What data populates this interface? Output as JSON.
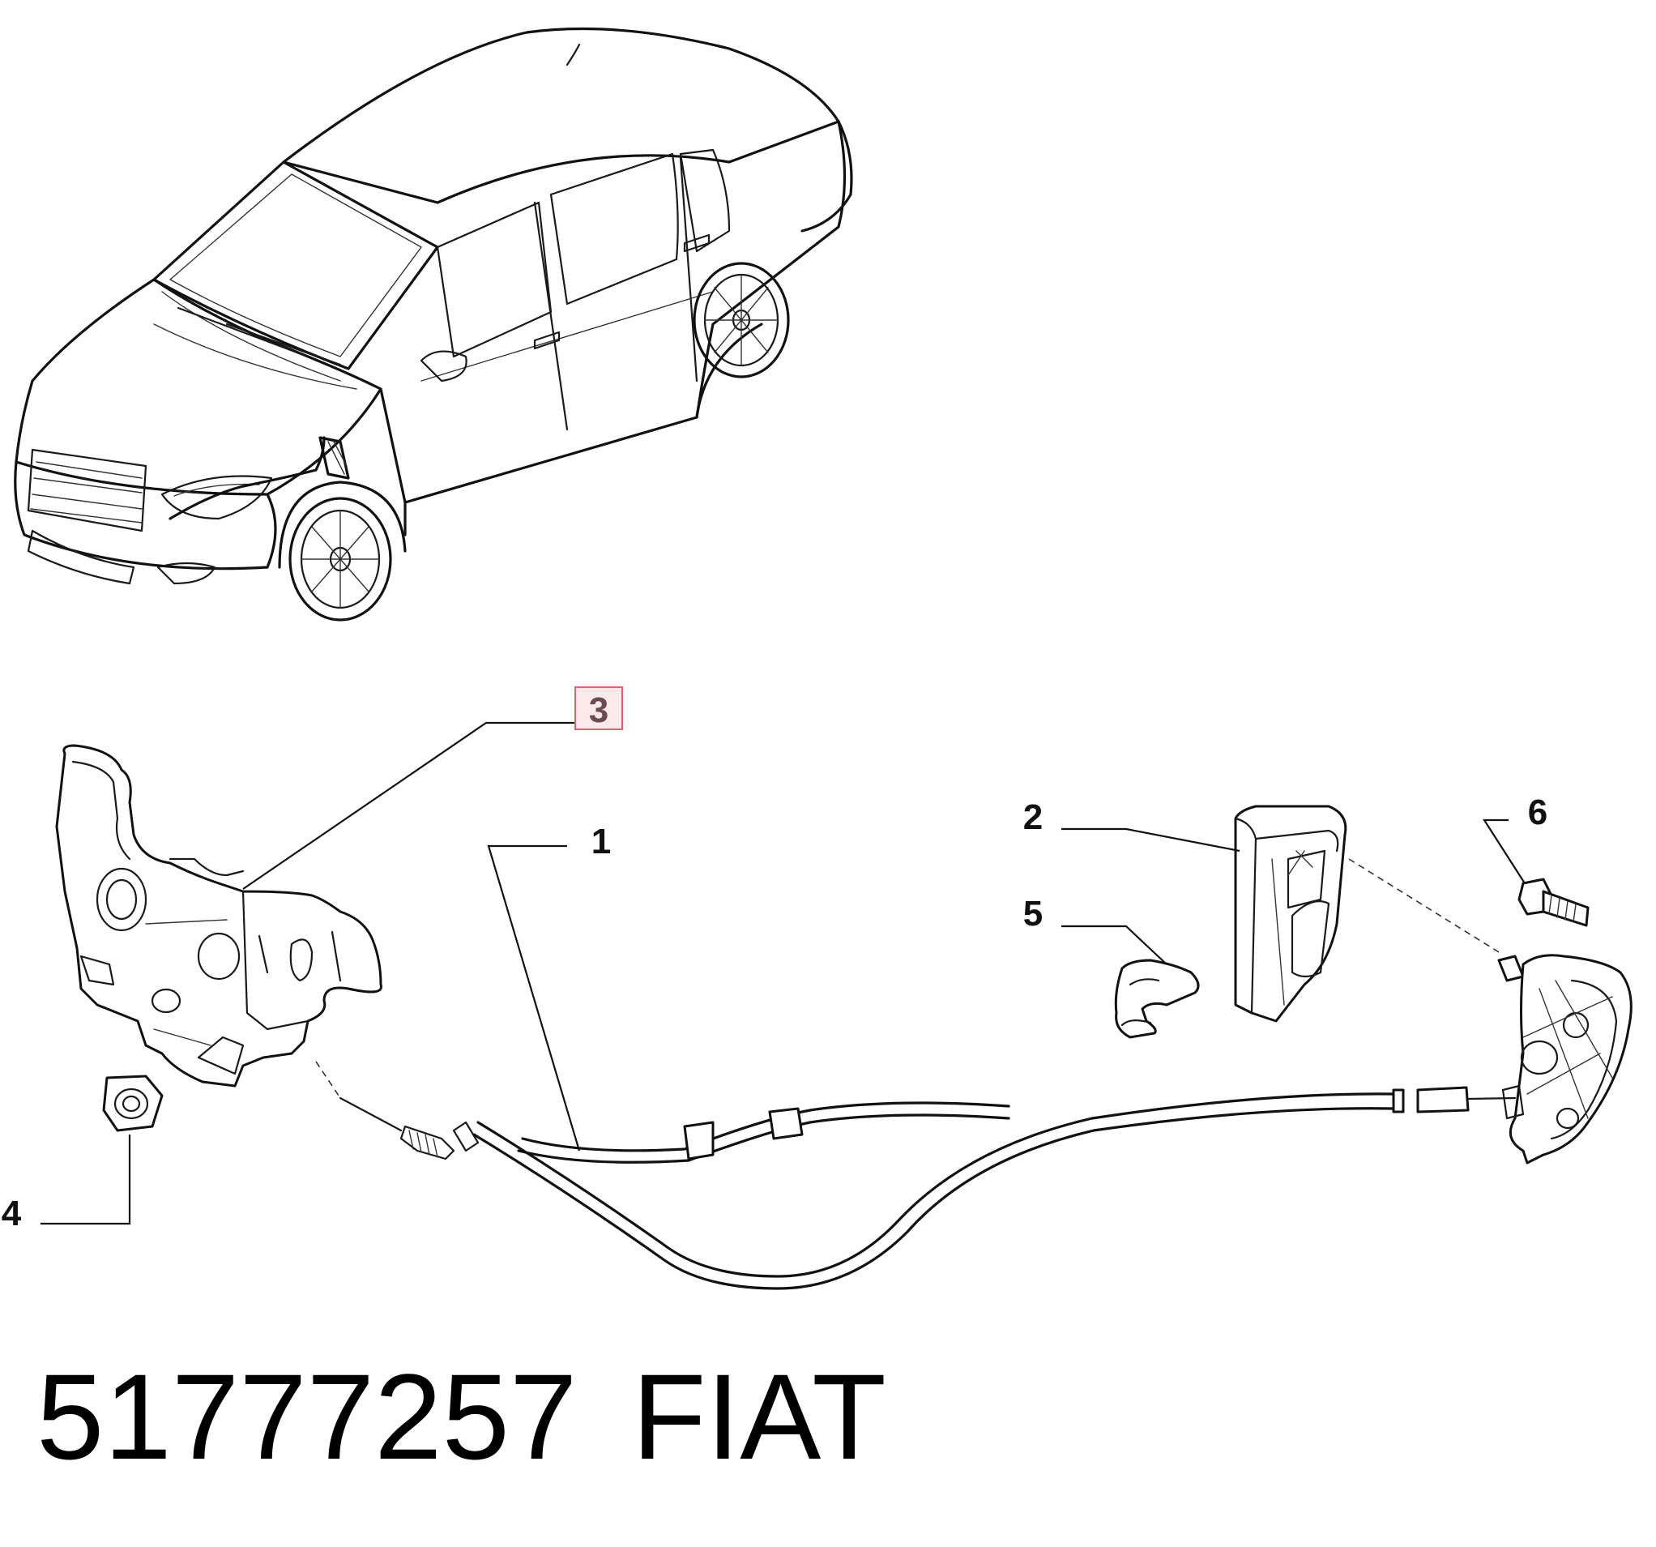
{
  "callouts": [
    {
      "id": "1",
      "label": "1"
    },
    {
      "id": "2",
      "label": "2"
    },
    {
      "id": "3",
      "label": "3",
      "highlighted": true
    },
    {
      "id": "4",
      "label": "4"
    },
    {
      "id": "5",
      "label": "5"
    },
    {
      "id": "6",
      "label": "6"
    }
  ],
  "caption": {
    "part_number": "51777257",
    "brand": "FIAT"
  },
  "colors": {
    "line": "#111111",
    "highlight_box_border": "#e06070",
    "highlight_box_fill": "#fbe9ec",
    "highlight_text": "#6b4a52"
  }
}
